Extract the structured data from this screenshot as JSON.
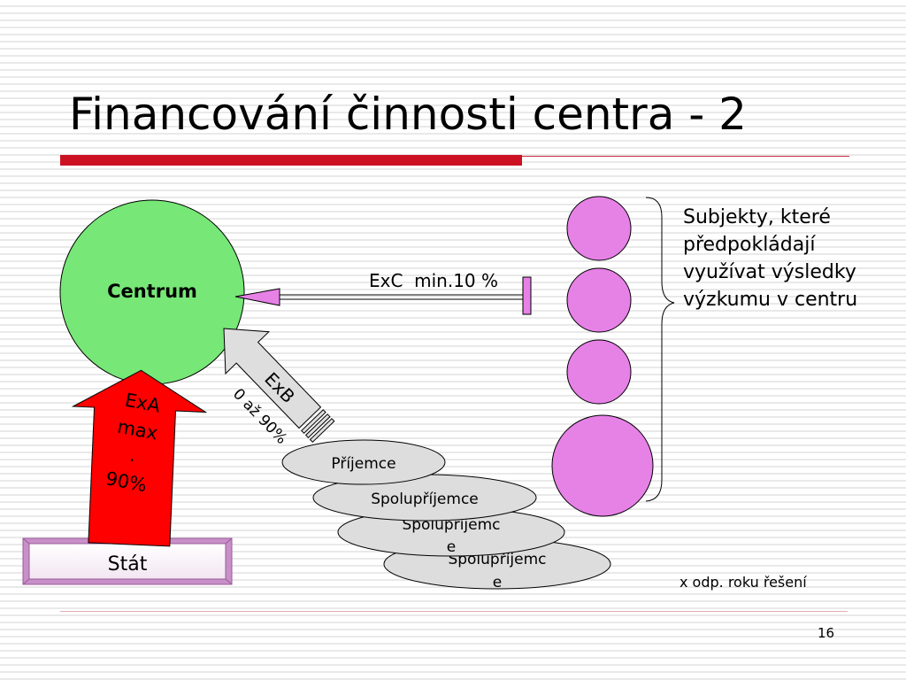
{
  "slide": {
    "title": "Financování činnosti centra - 2",
    "page_number": "16",
    "note": "x odp. roku řešení"
  },
  "diagram": {
    "centrum": "Centrum",
    "stat": "Stát",
    "exa_lines": [
      "ExA",
      "max",
      ".",
      "90%"
    ],
    "exb": "ExB",
    "exb_range": "0 až 90%",
    "exc": "ExC  min.10 %",
    "subjects_text": "Subjekty, které předpokládají využívat výsledky výzkumu v centru",
    "recipients": [
      {
        "lines": [
          "Příjemce"
        ]
      },
      {
        "lines": [
          "Spolupříjemce"
        ]
      },
      {
        "lines": [
          "Spolupříjemc",
          "e"
        ]
      },
      {
        "lines": [
          "Spolupříjemc",
          "e"
        ]
      }
    ]
  },
  "colors": {
    "centrum_fill": "#77e777",
    "exa_arrow": "#ff0000",
    "subject_circles": "#e681e6",
    "title_rule": "#cc1122",
    "recipient_fill": "#dddddd",
    "exb_arrow": "#dedede"
  }
}
